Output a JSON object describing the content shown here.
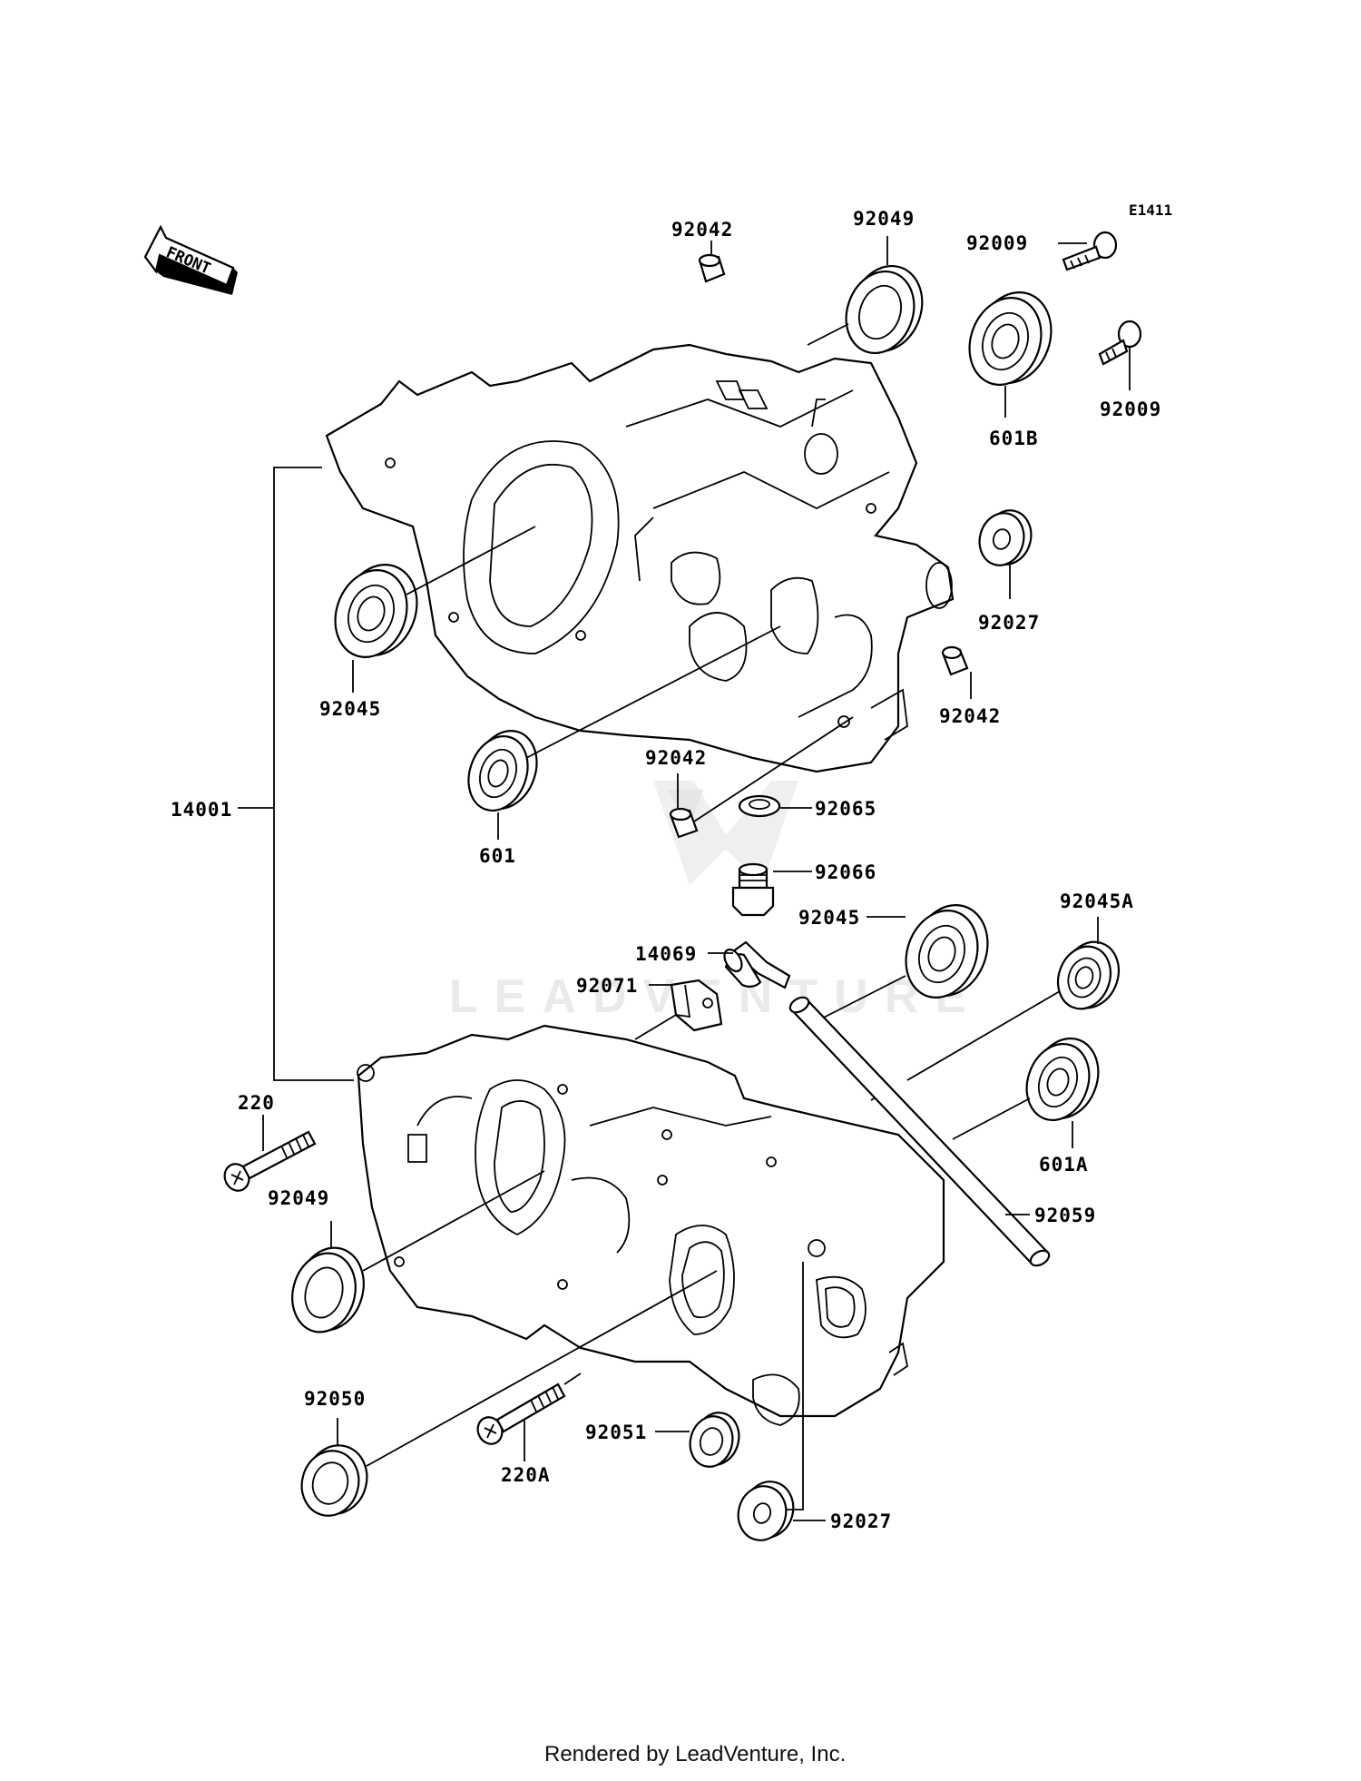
{
  "diagram": {
    "code": "E1411",
    "front_label": "FRONT",
    "watermark": "LEADVENTURE",
    "footer": "Rendered by LeadVenture, Inc."
  },
  "parts": [
    {
      "id": "p1",
      "label": "92042"
    },
    {
      "id": "p2",
      "label": "92049"
    },
    {
      "id": "p3",
      "label": "92009"
    },
    {
      "id": "p4",
      "label": "92009"
    },
    {
      "id": "p5",
      "label": "601B"
    },
    {
      "id": "p6",
      "label": "92027"
    },
    {
      "id": "p7",
      "label": "92042"
    },
    {
      "id": "p8",
      "label": "92045"
    },
    {
      "id": "p9",
      "label": "14001"
    },
    {
      "id": "p10",
      "label": "601"
    },
    {
      "id": "p11",
      "label": "92042"
    },
    {
      "id": "p12",
      "label": "92065"
    },
    {
      "id": "p13",
      "label": "92066"
    },
    {
      "id": "p14",
      "label": "92045"
    },
    {
      "id": "p15",
      "label": "92045A"
    },
    {
      "id": "p16",
      "label": "14069"
    },
    {
      "id": "p17",
      "label": "92071"
    },
    {
      "id": "p18",
      "label": "220"
    },
    {
      "id": "p19",
      "label": "601A"
    },
    {
      "id": "p20",
      "label": "92049"
    },
    {
      "id": "p21",
      "label": "92059"
    },
    {
      "id": "p22",
      "label": "92050"
    },
    {
      "id": "p23",
      "label": "92051"
    },
    {
      "id": "p24",
      "label": "220A"
    },
    {
      "id": "p25",
      "label": "92027"
    }
  ]
}
